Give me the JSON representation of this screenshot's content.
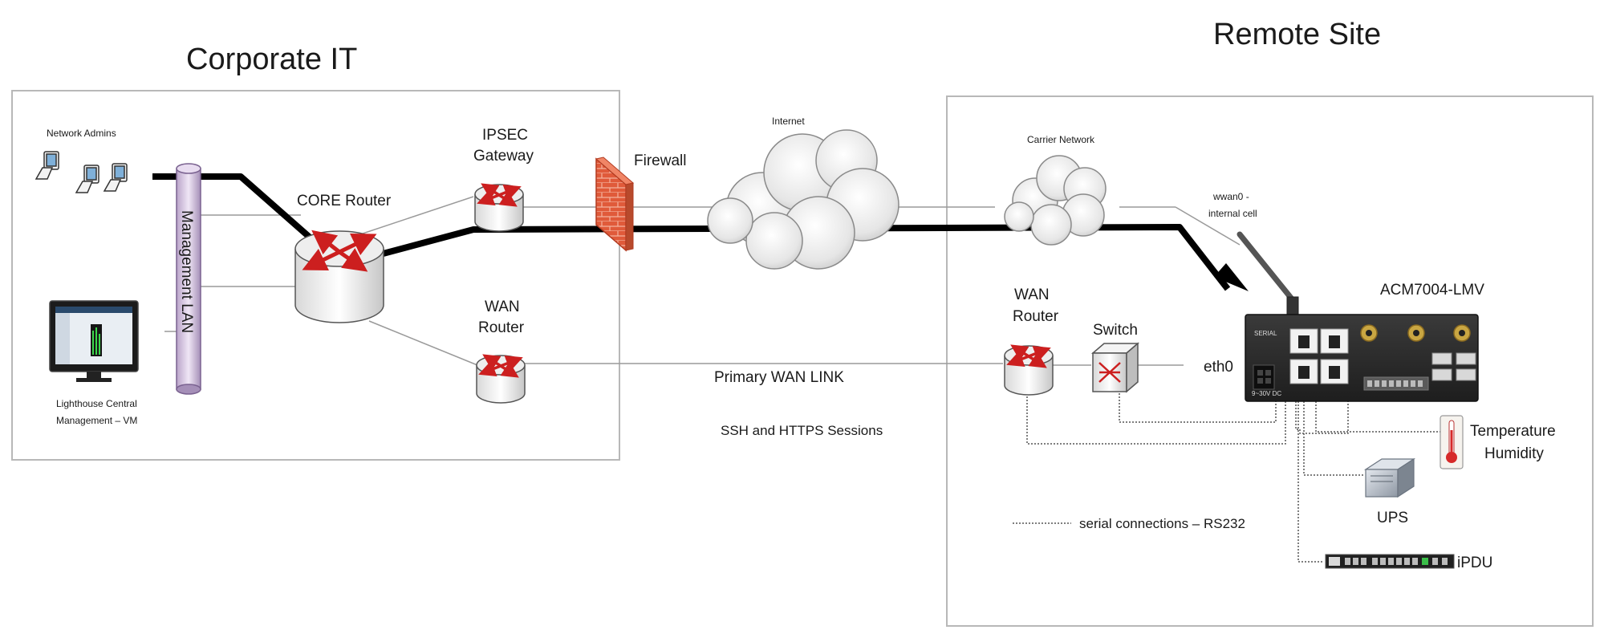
{
  "corporate": {
    "title": "Corporate IT",
    "network_admins": "Network Admins",
    "management_lan": "Management LAN",
    "lighthouse_line1": "Lighthouse Central",
    "lighthouse_line2": "Management – VM",
    "core_router": "CORE Router",
    "ipsec_line1": "IPSEC",
    "ipsec_line2": "Gateway",
    "firewall": "Firewall",
    "wan_router_line1": "WAN",
    "wan_router_line2": "Router"
  },
  "clouds": {
    "internet": "Internet",
    "carrier": "Carrier Network"
  },
  "links": {
    "primary_wan": "Primary WAN LINK",
    "sessions": "SSH and HTTPS Sessions"
  },
  "remote": {
    "title": "Remote Site",
    "wwan_line1": "wwan0 -",
    "wwan_line2": "internal cell",
    "device_name": "ACM7004-LMV",
    "wan_router_line1": "WAN",
    "wan_router_line2": "Router",
    "switch": "Switch",
    "eth0": "eth0",
    "temp_line1": "Temperature",
    "temp_line2": "Humidity",
    "ups": "UPS",
    "ipdu": "iPDU",
    "serial_legend": "serial connections – RS232",
    "device_serial_label": "SERIAL",
    "device_power_label": "9~30V DC"
  },
  "colors": {
    "router_arrow": "#cc1f1f",
    "firewall_brick": "#e05a3a",
    "tunnel_line": "#000000",
    "box_border": "#b8b8b8"
  }
}
